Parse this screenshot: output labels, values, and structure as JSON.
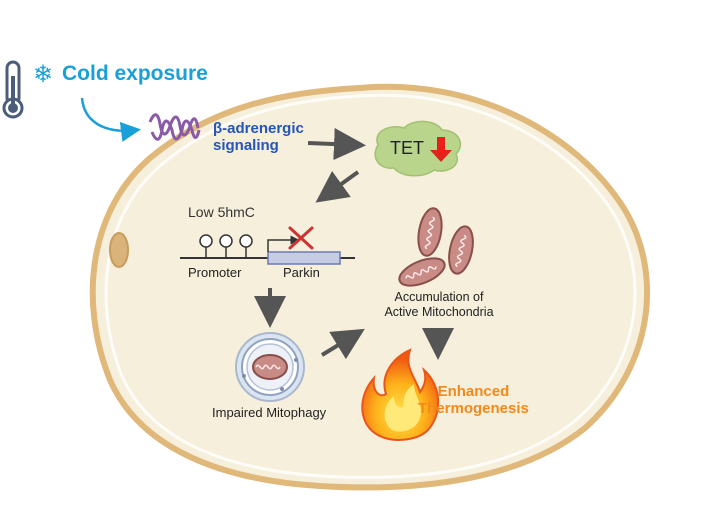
{
  "labels": {
    "cold_exposure": "Cold exposure",
    "beta_adrenergic_line1": "β-adrenergic",
    "beta_adrenergic_line2": "signaling",
    "tet": "TET",
    "low_5hmc": "Low 5hmC",
    "promoter": "Promoter",
    "parkin": "Parkin",
    "accumulation_line1": "Accumulation of",
    "accumulation_line2": "Active Mitochondria",
    "impaired_mitophagy": "Impaired Mitophagy",
    "enhanced_line1": "Enhanced",
    "enhanced_line2": "Thermogenesis",
    "snowflake": "❄"
  },
  "colors": {
    "cold_text": "#1aa0d8",
    "beta_text": "#2456b8",
    "thermo_text": "#f08a1c",
    "cell_fill": "#f6efdc",
    "cell_border": "#e0b87a",
    "arrow": "#555555",
    "tet_blob": "#b9d58c",
    "red_arrow": "#e2231a",
    "mito": "#c88b86",
    "parkin_box": "#c6cce3",
    "cross": "#cc3333"
  },
  "icons": [
    "thermometer-icon",
    "snowflake-icon",
    "receptor-icon",
    "mitochondrion-icon",
    "flame-icon",
    "cross-icon"
  ]
}
